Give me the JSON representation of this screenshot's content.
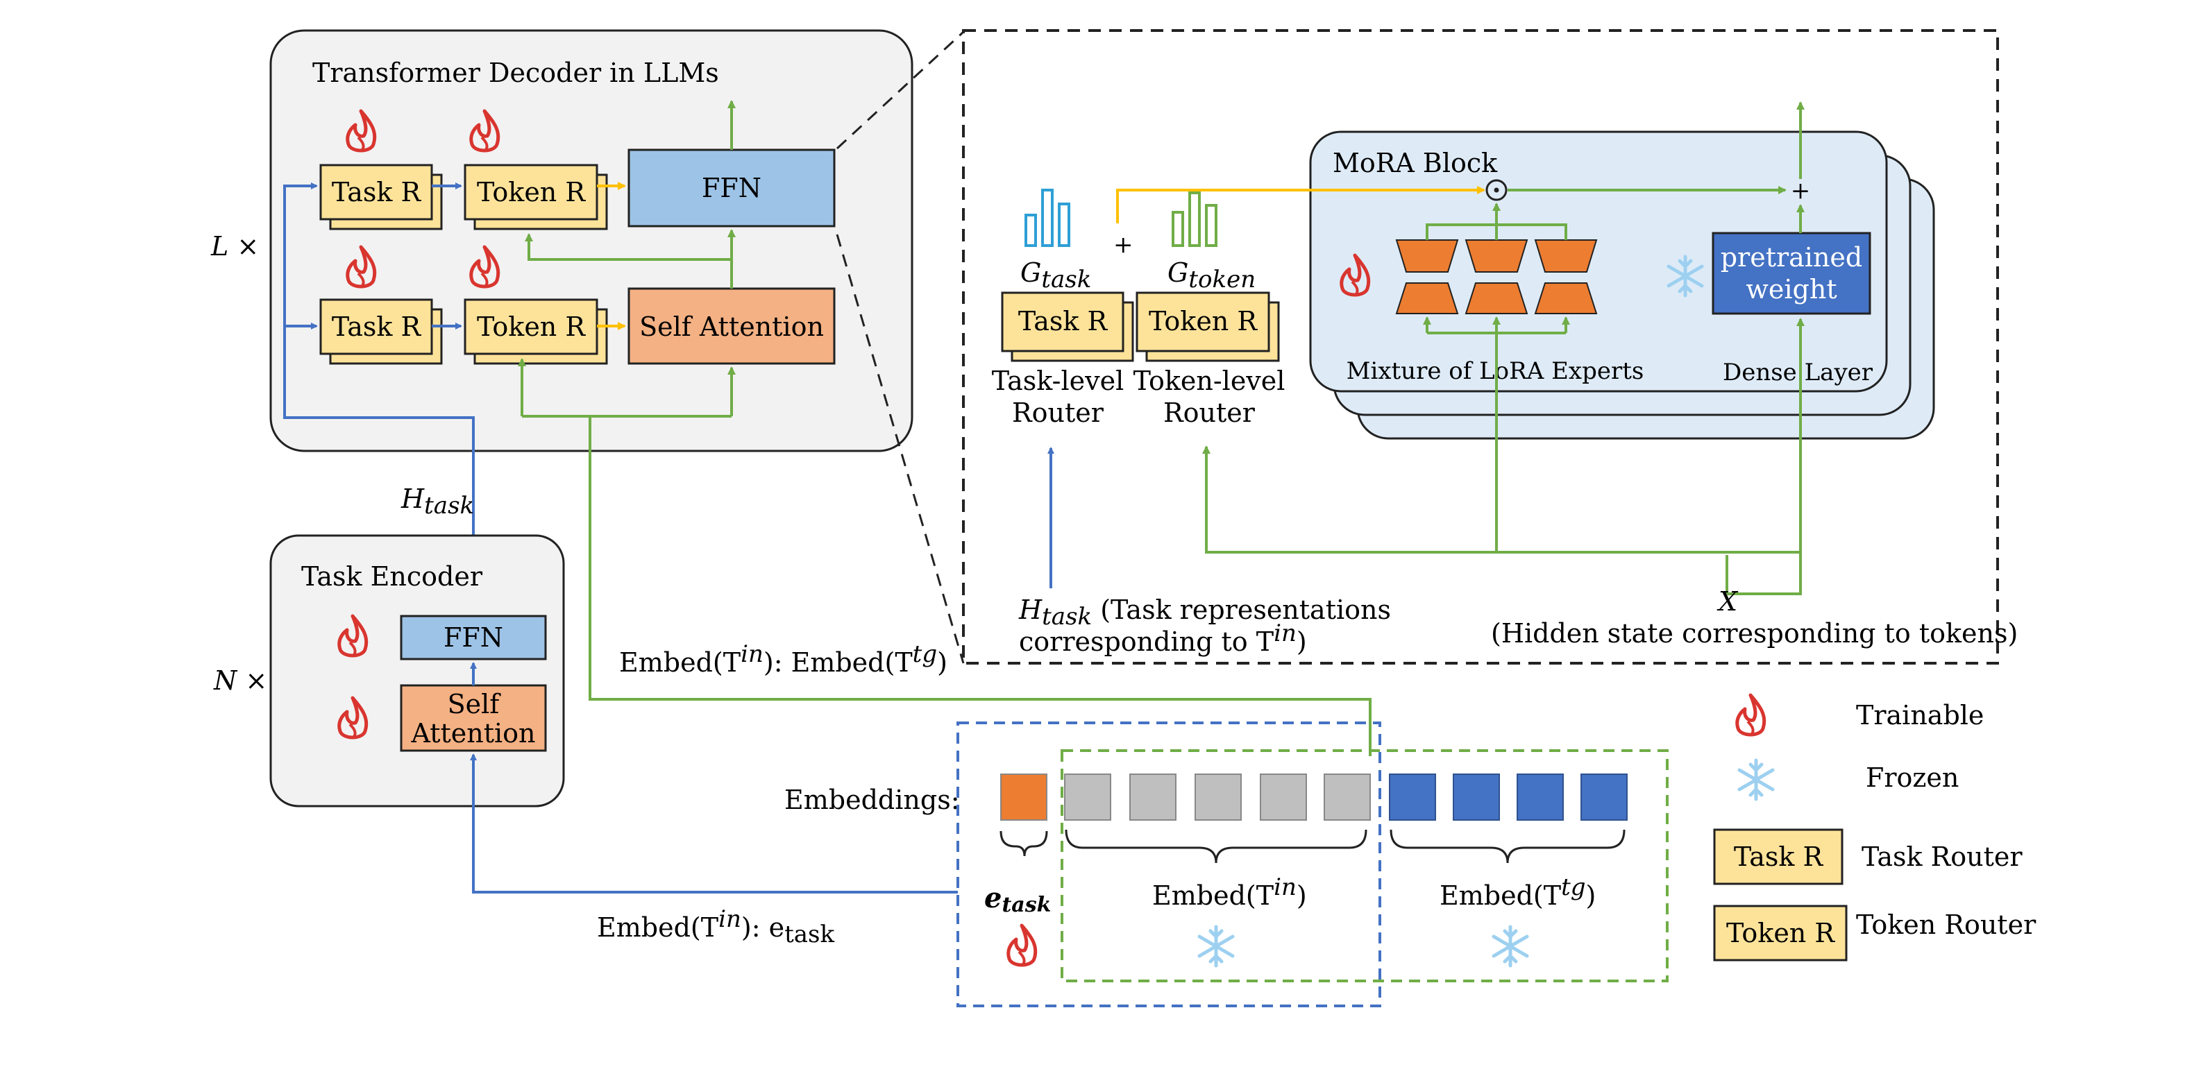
{
  "decoder": {
    "title": "Transformer Decoder in LLMs",
    "repeat": "L ×",
    "task_router": "Task R",
    "token_router": "Token R",
    "ffn": "FFN",
    "self_attention": "Self Attention"
  },
  "h_task_label": "H",
  "h_task_sub": "task",
  "encoder": {
    "title": "Task Encoder",
    "repeat": "N ×",
    "ffn": "FFN",
    "self_attention_1": "Self",
    "self_attention_2": "Attention"
  },
  "embed_in_tg": "Embed(T",
  "embed_in_e": "Embed(T",
  "embeddings_label": "Embeddings:",
  "e_task": "e",
  "e_task_sub": "task",
  "embed_tin": "Embed(T",
  "embed_ttg": "Embed(T",
  "sup_in": "in",
  "sup_tg": "tg",
  "colon_embed": "): Embed(T",
  "colon_e": "): e",
  "close_paren": ")",
  "detail": {
    "g_task": "G",
    "g_task_sub": "task",
    "g_token": "G",
    "g_token_sub": "token",
    "plus": "+",
    "task_router": "Task R",
    "token_router": "Token R",
    "task_level_1": "Task-level",
    "task_level_2": "Router",
    "token_level_1": "Token-level",
    "token_level_2": "Router",
    "mora_block": "MoRA Block",
    "pretrained_1": "pretrained",
    "pretrained_2": "weight",
    "mixture": "Mixture of  LoRA Experts",
    "dense": "Dense  Layer",
    "h_task_desc_1": " (Task representations",
    "h_task_desc_2": "corresponding to T",
    "x_label": "X",
    "hidden_desc": "(Hidden state corresponding to tokens)"
  },
  "legend": {
    "trainable": "Trainable",
    "frozen": "Frozen",
    "task_r": "Task R",
    "task_router": "Task Router",
    "token_r": "Token R",
    "token_router": "Token Router"
  },
  "colors": {
    "yellow_box": "#fde39a",
    "blue_box": "#9dc3e6",
    "orange_box": "#f4b183",
    "dark_blue": "#4472c4",
    "green": "#70ad47",
    "arrow_blue": "#4472c4",
    "arrow_yellow": "#ffc000",
    "gray_token": "#bfbfbf",
    "orange_token": "#ed7d31",
    "fire": "#d9352f",
    "snow": "#9dd0f0",
    "panel": "#f2f2f2",
    "mora_bg": "#deebf7"
  }
}
